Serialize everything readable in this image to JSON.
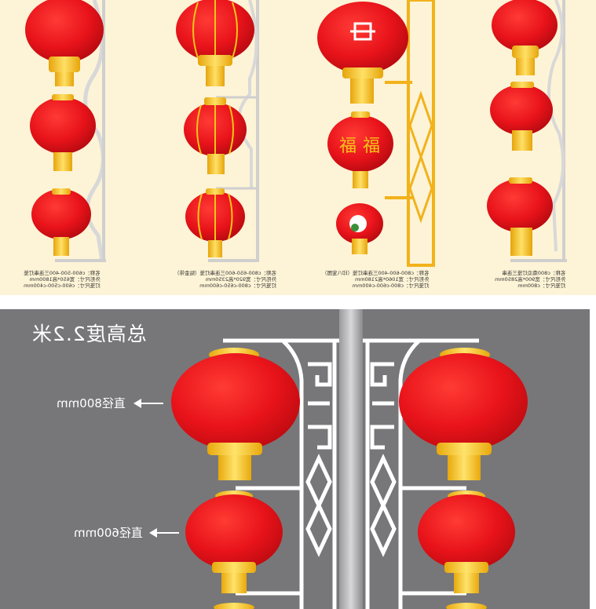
{
  "top_captions": [
    {
      "line1": "名称：c600-500-400三连串灯笼",
      "line2": "外形尺寸：宽650*高1800mm",
      "line3": "灯笼尺寸：c600-c500-c400mm"
    },
    {
      "line1": "名称：c800-650-600三连串灯笼（贴金带）",
      "line2": "外形尺寸：宽920*高2350mm",
      "line3": "灯笼尺寸：c800-c650-c600mm"
    },
    {
      "line1": "名称：c800-600-400三连串灯笼（印八宝图）",
      "line2": "外形尺寸：宽1060*高2180mm",
      "line3": "灯笼尺寸：c800-c600-c400mm"
    },
    {
      "line1": "名称：c800南瓜灯笼三连串",
      "line2": "外形尺寸：宽900*高2850mm",
      "line3": "灯笼尺寸：c800mm"
    }
  ],
  "lantern_chars": [
    "福",
    "福"
  ],
  "bottom": {
    "title": "总高度2.2米",
    "label_800": "直径800mm",
    "label_600": "直径600mm"
  },
  "colors": {
    "lantern_red": "#e8131a",
    "gold": "#f5c518",
    "beige": "#fdf3d6",
    "grey": "#777779"
  }
}
